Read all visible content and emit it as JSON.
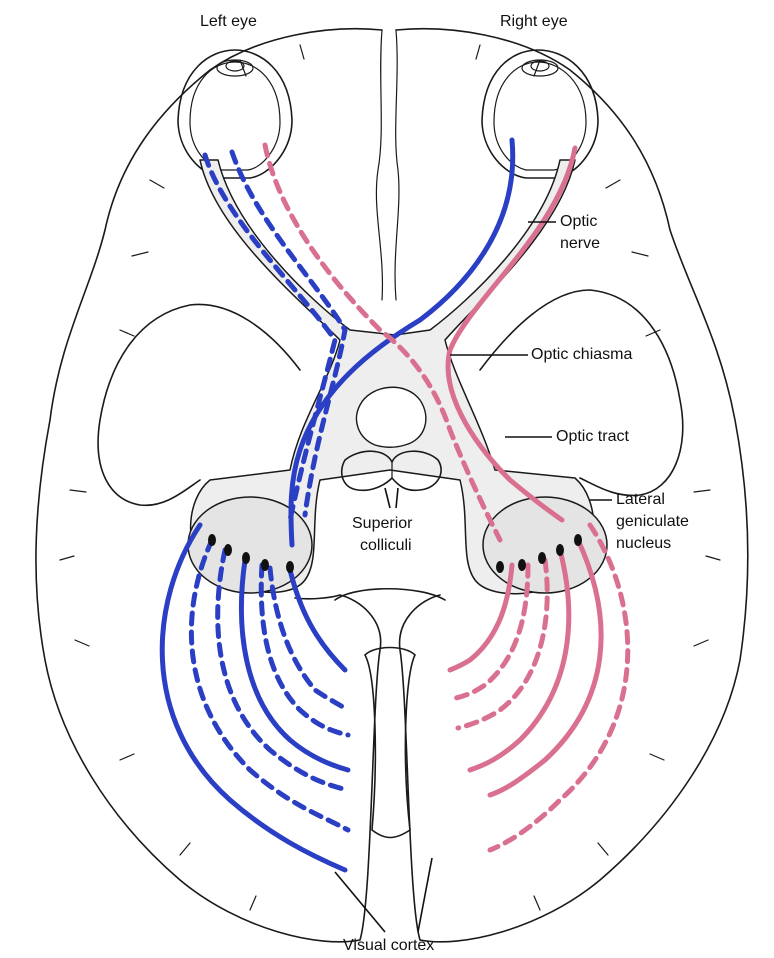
{
  "labels": {
    "left_eye": "Left eye",
    "right_eye": "Right eye",
    "optic_nerve_1": "Optic",
    "optic_nerve_2": "nerve",
    "optic_chiasma": "Optic chiasma",
    "optic_tract": "Optic tract",
    "lgn_1": "Lateral",
    "lgn_2": "geniculate",
    "lgn_3": "nucleus",
    "colliculi_1": "Superior",
    "colliculi_2": "colliculi",
    "visual_cortex": "Visual cortex"
  },
  "colors": {
    "left_visual_field": "#2b3fc4",
    "right_visual_field": "#d9708f",
    "outline": "#1a1a1a",
    "tract_fill": "#eeeeee"
  }
}
